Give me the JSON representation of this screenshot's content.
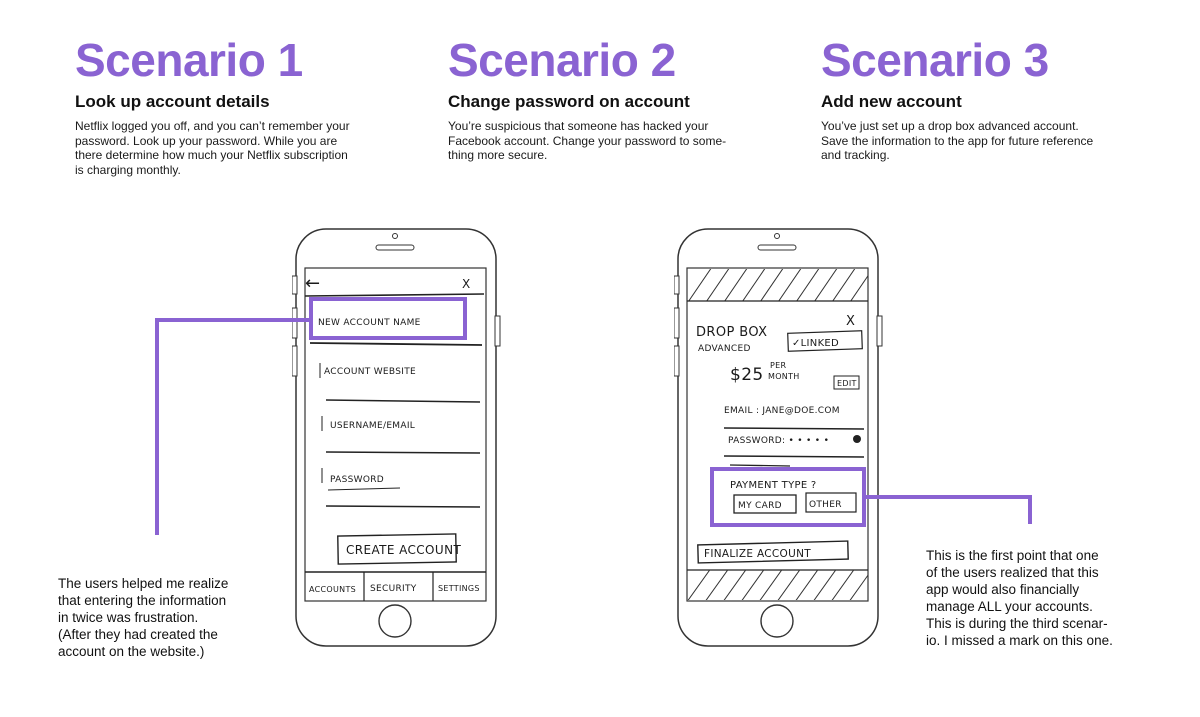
{
  "scenarios": [
    {
      "title": "Scenario 1",
      "subtitle": "Look up account details",
      "description": "Netflix logged you off, and you can’t remember your\npassword. Look up your password. While you are\nthere determine how much your Netflix subscription\nis charging monthly."
    },
    {
      "title": "Scenario 2",
      "subtitle": "Change password on account",
      "description": "You’re suspicious that someone has hacked your\nFacebook account. Change your password to some-\nthing more secure."
    },
    {
      "title": "Scenario 3",
      "subtitle": "Add new account",
      "description": "You’ve just set up a drop box advanced account.\nSave the information to the app for future reference\nand tracking."
    }
  ],
  "phone1": {
    "back": "←",
    "close": "X",
    "field1": "NEW ACCOUNT NAME",
    "field2": "ACCOUNT WEBSITE",
    "field3": "USERNAME/EMAIL",
    "field4": "PASSWORD",
    "create_button": "CREATE ACCOUNT",
    "tabs": [
      "ACCOUNTS",
      "SECURITY",
      "SETTINGS"
    ]
  },
  "phone2": {
    "close": "X",
    "account_name": "DROP BOX",
    "account_sub": "ADVANCED",
    "linked": "✓LINKED",
    "price": "$25",
    "per": "PER",
    "month": "MONTH",
    "edit": "EDIT",
    "email": "EMAIL : JANE@DOE.COM",
    "password": "PASSWORD: • • • • •",
    "payment_question": "PAYMENT TYPE ?",
    "my_card": "MY CARD",
    "other": "OTHER",
    "finalize": "FINALIZE ACCOUNT"
  },
  "notes": {
    "left": "The users helped me realize\nthat entering the information\nin twice was frustration.\n(After they had created the\naccount on the website.)",
    "right": "This is the first point that one\nof the users realized that this\napp would also financially\nmanage ALL your accounts.\nThis is during the third scenar-\nio. I missed a mark on this one."
  },
  "colors": {
    "accent": "#8a63d2",
    "ink": "#1a1a1a"
  }
}
